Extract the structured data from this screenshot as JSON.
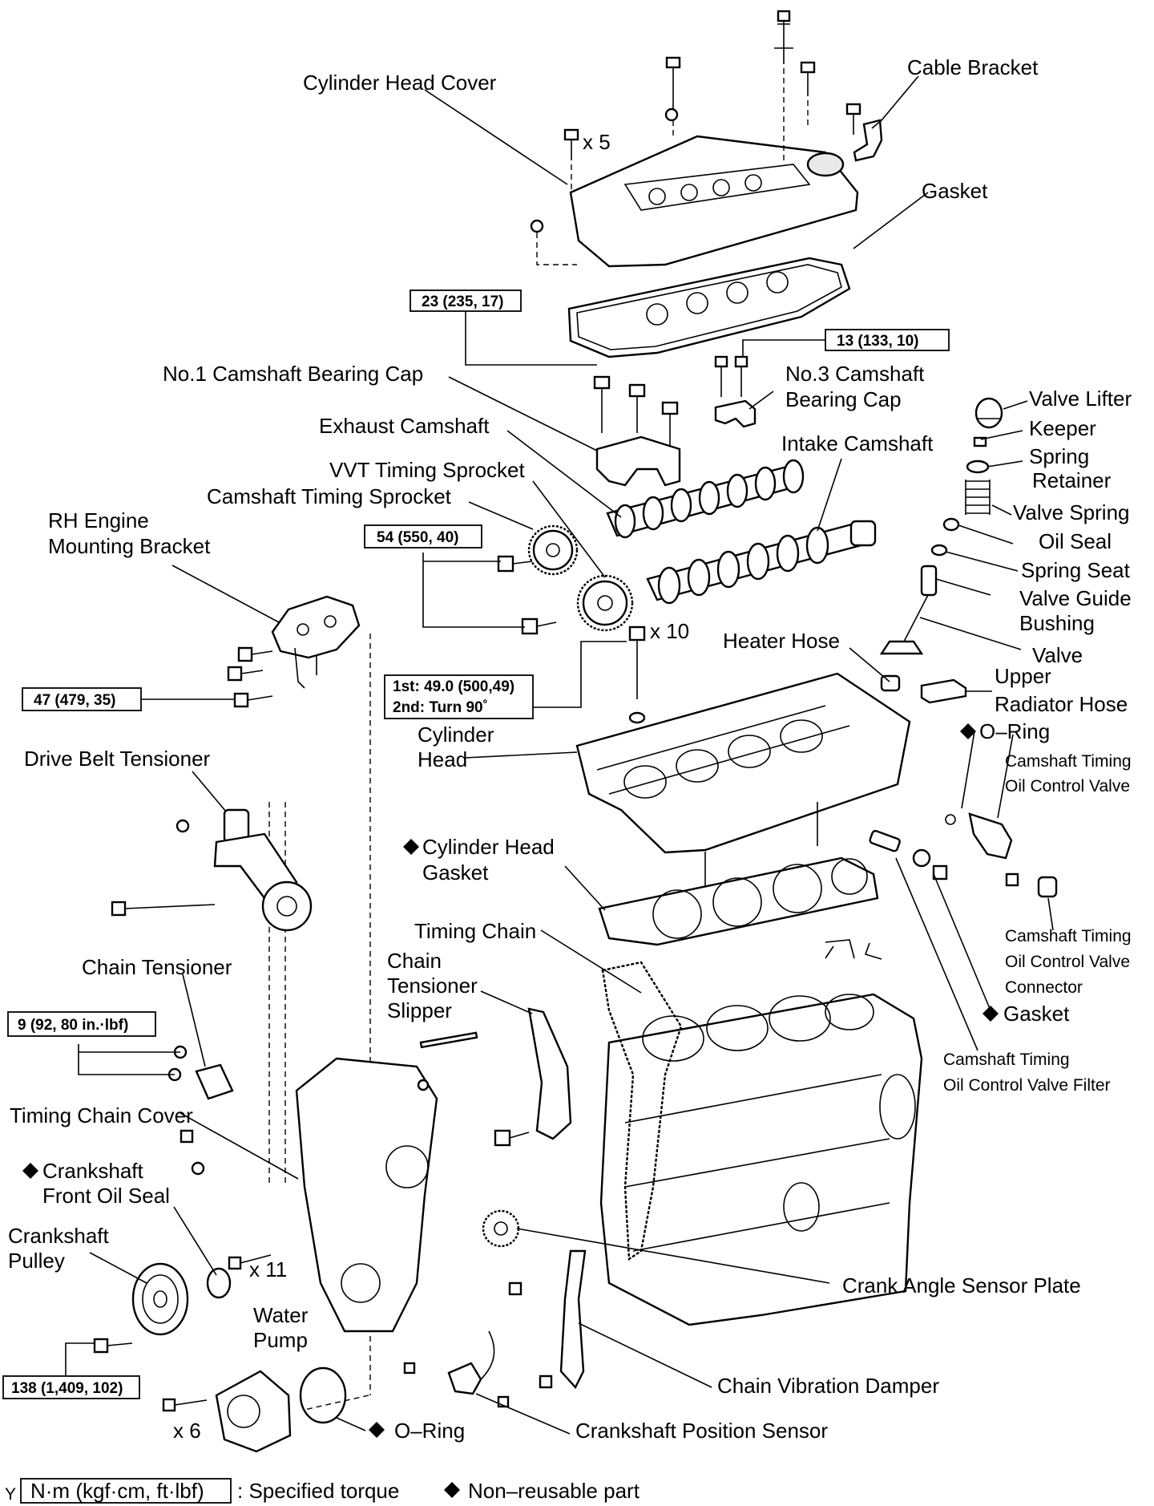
{
  "labels": {
    "cylinder_head_cover": "Cylinder Head Cover",
    "cable_bracket": "Cable Bracket",
    "gasket_top": "Gasket",
    "x5": "x 5",
    "no1_cam_cap": "No.1 Camshaft Bearing Cap",
    "no3_cam_cap_1": "No.3 Camshaft",
    "no3_cam_cap_2": "Bearing Cap",
    "valve_lifter": "Valve Lifter",
    "keeper": "Keeper",
    "spring_retainer_1": "Spring",
    "spring_retainer_2": "Retainer",
    "exhaust_camshaft": "Exhaust Camshaft",
    "intake_camshaft": "Intake Camshaft",
    "vvt_sprocket": "VVT Timing Sprocket",
    "cam_timing_sprocket": "Camshaft Timing Sprocket",
    "valve_spring": "Valve Spring",
    "oil_seal": "Oil Seal",
    "spring_seat": "Spring Seat",
    "valve_guide_1": "Valve Guide",
    "valve_guide_2": "Bushing",
    "valve": "Valve",
    "rh_bracket_1": "RH Engine",
    "rh_bracket_2": "Mounting Bracket",
    "x10": "x 10",
    "heater_hose": "Heater Hose",
    "upper_rad_hose_1": "Upper",
    "upper_rad_hose_2": "Radiator Hose",
    "o_ring_right": "O–Ring",
    "cyl_head_1": "Cylinder",
    "cyl_head_2": "Head",
    "ocv_1": "Camshaft Timing",
    "ocv_2": "Oil Control Valve",
    "drive_belt_tensioner": "Drive Belt Tensioner",
    "head_gasket_1": "Cylinder Head",
    "head_gasket_2": "Gasket",
    "timing_chain": "Timing Chain",
    "chain_tensioner": "Chain Tensioner",
    "slipper_1": "Chain",
    "slipper_2": "Tensioner",
    "slipper_3": "Slipper",
    "ocv_conn_1": "Camshaft Timing",
    "ocv_conn_2": "Oil Control Valve",
    "ocv_conn_3": "Connector",
    "gasket_right": "Gasket",
    "ocv_filter_1": "Camshaft Timing",
    "ocv_filter_2": "Oil Control Valve Filter",
    "timing_chain_cover": "Timing Chain Cover",
    "crank_oil_seal_1": "Crankshaft",
    "crank_oil_seal_2": "Front Oil Seal",
    "crank_pulley_1": "Crankshaft",
    "crank_pulley_2": "Pulley",
    "x11": "x 11",
    "crank_angle_plate": "Crank Angle Sensor Plate",
    "water_pump_1": "Water",
    "water_pump_2": "Pump",
    "chain_damper": "Chain Vibration Damper",
    "x6": "x 6",
    "o_ring_bottom": "O–Ring",
    "crank_position_sensor": "Crankshaft Position Sensor"
  },
  "torques": {
    "t23": "23 (235, 17)",
    "t13": "13 (133, 10)",
    "t54": "54 (550, 40)",
    "t47": "47 (479, 35)",
    "t_head_1": "1st: 49.0 (500,49)",
    "t_head_2": "2nd: Turn 90˚",
    "t9": "9 (92, 80 in.·lbf)",
    "t138": "138 (1,409, 102)"
  },
  "legend": {
    "corner_mark": "Y",
    "unit_box": "N·m (kgf·cm, ft·lbf)",
    "specified_torque": ": Specified torque",
    "non_reusable": "Non–reusable part"
  },
  "icons": {
    "non_reusable_marker": "diamond-icon"
  }
}
